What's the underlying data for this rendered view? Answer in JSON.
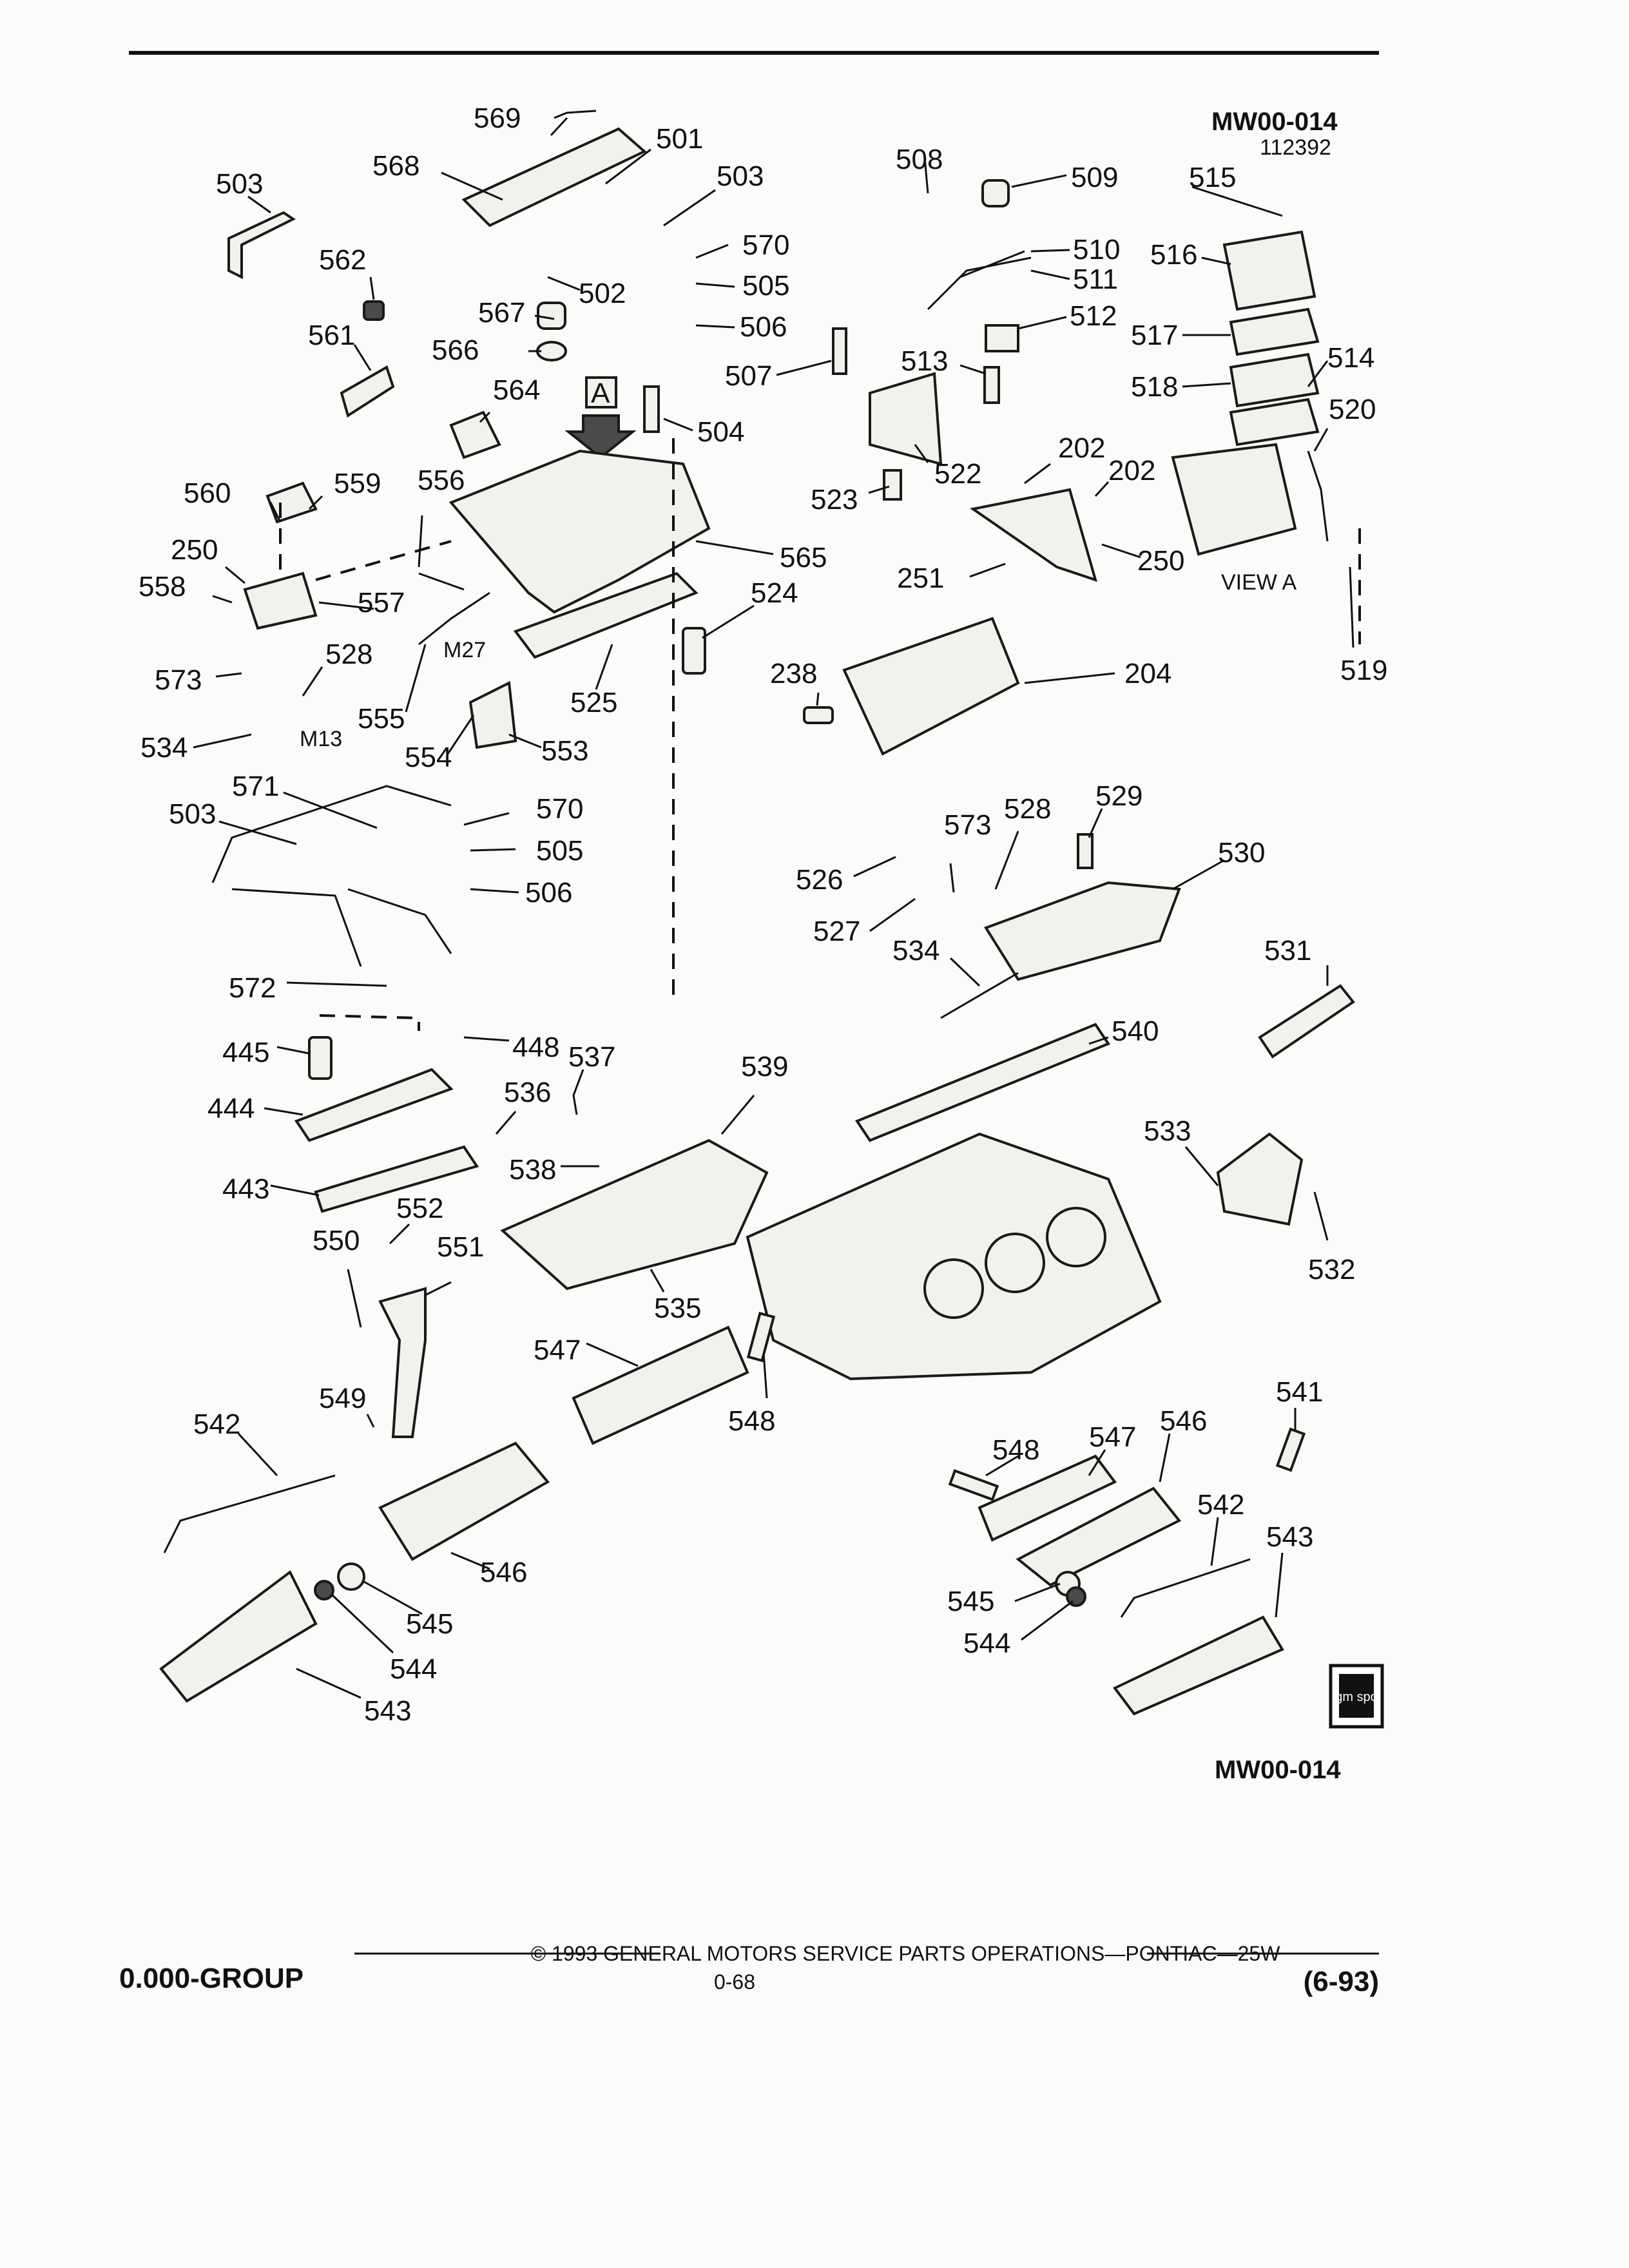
{
  "header": {
    "diagram_id": "MW00-014",
    "date_code": "112392",
    "view_box_letter": "A",
    "view_caption": "VIEW A"
  },
  "labels": [
    {
      "id": "l569",
      "text": "569"
    },
    {
      "id": "l501",
      "text": "501"
    },
    {
      "id": "l568",
      "text": "568"
    },
    {
      "id": "l503a",
      "text": "503"
    },
    {
      "id": "l503b",
      "text": "503"
    },
    {
      "id": "l570a",
      "text": "570"
    },
    {
      "id": "l505a",
      "text": "505"
    },
    {
      "id": "l506a",
      "text": "506"
    },
    {
      "id": "l502",
      "text": "502"
    },
    {
      "id": "l562",
      "text": "562"
    },
    {
      "id": "l567",
      "text": "567"
    },
    {
      "id": "l566",
      "text": "566"
    },
    {
      "id": "l561",
      "text": "561"
    },
    {
      "id": "l564",
      "text": "564"
    },
    {
      "id": "l504",
      "text": "504"
    },
    {
      "id": "l508",
      "text": "508"
    },
    {
      "id": "l509",
      "text": "509"
    },
    {
      "id": "l510",
      "text": "510"
    },
    {
      "id": "l511",
      "text": "511"
    },
    {
      "id": "l512",
      "text": "512"
    },
    {
      "id": "l513",
      "text": "513"
    },
    {
      "id": "l507",
      "text": "507"
    },
    {
      "id": "l515",
      "text": "515"
    },
    {
      "id": "l516",
      "text": "516"
    },
    {
      "id": "l517",
      "text": "517"
    },
    {
      "id": "l518",
      "text": "518"
    },
    {
      "id": "l514",
      "text": "514"
    },
    {
      "id": "l520",
      "text": "520"
    },
    {
      "id": "l519",
      "text": "519"
    },
    {
      "id": "l522",
      "text": "522"
    },
    {
      "id": "l523",
      "text": "523"
    },
    {
      "id": "l202a",
      "text": "202"
    },
    {
      "id": "l202b",
      "text": "202"
    },
    {
      "id": "l250a",
      "text": "250"
    },
    {
      "id": "l251",
      "text": "251"
    },
    {
      "id": "l560",
      "text": "560"
    },
    {
      "id": "l559",
      "text": "559"
    },
    {
      "id": "l556",
      "text": "556"
    },
    {
      "id": "l565",
      "text": "565"
    },
    {
      "id": "l250b",
      "text": "250"
    },
    {
      "id": "l558",
      "text": "558"
    },
    {
      "id": "l557",
      "text": "557"
    },
    {
      "id": "l524",
      "text": "524"
    },
    {
      "id": "l573a",
      "text": "573"
    },
    {
      "id": "l528a",
      "text": "528"
    },
    {
      "id": "l534a",
      "text": "534"
    },
    {
      "id": "lm13",
      "text": "M13"
    },
    {
      "id": "l555",
      "text": "555"
    },
    {
      "id": "lm27",
      "text": "M27"
    },
    {
      "id": "l525",
      "text": "525"
    },
    {
      "id": "l554",
      "text": "554"
    },
    {
      "id": "l553",
      "text": "553"
    },
    {
      "id": "l238",
      "text": "238"
    },
    {
      "id": "l204",
      "text": "204"
    },
    {
      "id": "l571",
      "text": "571"
    },
    {
      "id": "l503c",
      "text": "503"
    },
    {
      "id": "l570b",
      "text": "570"
    },
    {
      "id": "l505b",
      "text": "505"
    },
    {
      "id": "l506b",
      "text": "506"
    },
    {
      "id": "l526",
      "text": "526"
    },
    {
      "id": "l573b",
      "text": "573"
    },
    {
      "id": "l528b",
      "text": "528"
    },
    {
      "id": "l529",
      "text": "529"
    },
    {
      "id": "l530",
      "text": "530"
    },
    {
      "id": "l527",
      "text": "527"
    },
    {
      "id": "l534b",
      "text": "534"
    },
    {
      "id": "l531",
      "text": "531"
    },
    {
      "id": "l572",
      "text": "572"
    },
    {
      "id": "l445",
      "text": "445"
    },
    {
      "id": "l448",
      "text": "448"
    },
    {
      "id": "l537",
      "text": "537"
    },
    {
      "id": "l536",
      "text": "536"
    },
    {
      "id": "l539",
      "text": "539"
    },
    {
      "id": "l540",
      "text": "540"
    },
    {
      "id": "l444",
      "text": "444"
    },
    {
      "id": "l538",
      "text": "538"
    },
    {
      "id": "l533",
      "text": "533"
    },
    {
      "id": "l443",
      "text": "443"
    },
    {
      "id": "l552",
      "text": "552"
    },
    {
      "id": "l550",
      "text": "550"
    },
    {
      "id": "l551",
      "text": "551"
    },
    {
      "id": "l532",
      "text": "532"
    },
    {
      "id": "l535",
      "text": "535"
    },
    {
      "id": "l547a",
      "text": "547"
    },
    {
      "id": "l548a",
      "text": "548"
    },
    {
      "id": "l549",
      "text": "549"
    },
    {
      "id": "l542a",
      "text": "542"
    },
    {
      "id": "l541",
      "text": "541"
    },
    {
      "id": "l547b",
      "text": "547"
    },
    {
      "id": "l546a",
      "text": "546"
    },
    {
      "id": "l548b",
      "text": "548"
    },
    {
      "id": "l546b",
      "text": "546"
    },
    {
      "id": "l542b",
      "text": "542"
    },
    {
      "id": "l543a",
      "text": "543"
    },
    {
      "id": "l545a",
      "text": "545"
    },
    {
      "id": "l544a",
      "text": "544"
    },
    {
      "id": "l545b",
      "text": "545"
    },
    {
      "id": "l544b",
      "text": "544"
    },
    {
      "id": "l543b",
      "text": "543"
    }
  ],
  "bottom_id": "MW00-014",
  "logo_text": "gm spo",
  "footer": {
    "group": "0.000-GROUP",
    "copyright": "© 1993 GENERAL MOTORS SERVICE PARTS OPERATIONS—PONTIAC—25W",
    "page_number": "0-68",
    "revision": "(6-93)"
  }
}
